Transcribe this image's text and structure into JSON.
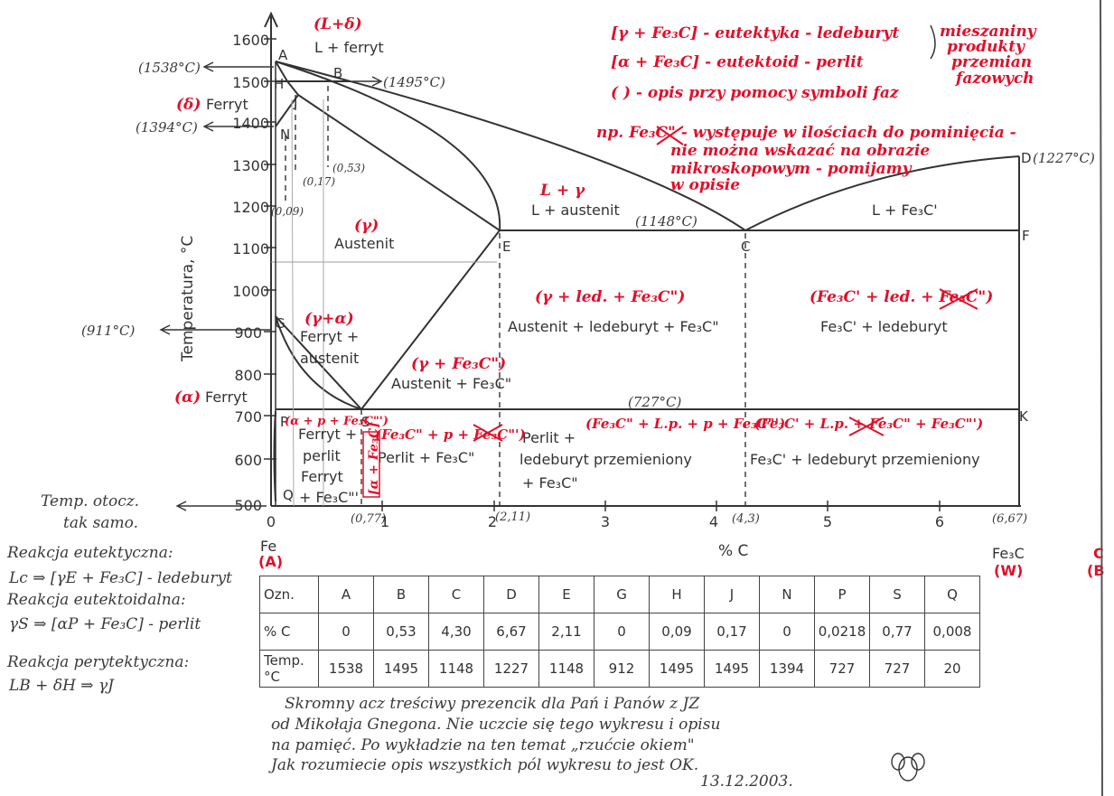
{
  "title_note": {
    "line1_a": "[γ + Fe₃C] - eutektyka - ledeburyt",
    "line1_b": "mieszaniny",
    "line1_c": "produkty",
    "line1_d": "przemian",
    "line1_e": "fazowych",
    "line2": "[α + Fe₃C] - eutektoid - perlit",
    "line3": "(          ) - opis przy pomocy symboli faz",
    "line4a": "np. Fe₃C\" - występuje w ilościach do pominięcia -",
    "line4b": "nie można wskazać na obrazie",
    "line4c": "mikroskopowym - pomijamy",
    "line4d": "w opisie"
  },
  "axes": {
    "y_label": "Temperatura, °C",
    "y_ticks": [
      "1600",
      "1500",
      "1400",
      "1300",
      "1200",
      "1100",
      "1000",
      "900",
      "800",
      "700",
      "600",
      "500"
    ],
    "x_ticks": [
      "0",
      "1",
      "2",
      "3",
      "4",
      "5",
      "6"
    ],
    "x_label": "% C",
    "x_left_label": "Fe",
    "x_left_red": "(A)",
    "x_right_label": "Fe₃C",
    "x_right_red": "(W)",
    "x_special": [
      "(0,77)",
      "(2,11)",
      "(4,3)",
      "(6,67)"
    ],
    "far_right_red_1": "C",
    "far_right_red_2": "(B"
  },
  "temps": {
    "t1538": "(1538°C)",
    "t1495": "(1495°C)",
    "t1394": "(1394°C)",
    "t1227": "(1227°C)",
    "t1148": "(1148°C)",
    "t911": "(911°C)",
    "t727": "(727°C)",
    "temp_ot1": "Temp. otocz.",
    "temp_ot2": "tak samo."
  },
  "points": {
    "A": "A",
    "B": "B",
    "H": "H",
    "J": "J",
    "N": "N",
    "D": "D",
    "E": "E",
    "C": "C",
    "F": "F",
    "G": "G",
    "P": "P",
    "S": "S",
    "K": "K",
    "Q": "Q",
    "c009": "(0,09)",
    "c017": "(0,17)",
    "c053": "(0,53)"
  },
  "regions": {
    "delta_red": "(L+δ)",
    "l_ferryt": "L + ferryt",
    "delta_sym": "(δ)",
    "ferryt_top": "Ferryt",
    "l_gamma_red": "L + γ",
    "l_austenit": "L + austenit",
    "l_fe3c": "L + Fe₃C'",
    "gamma_red": "(γ)",
    "austenit": "Austenit",
    "gamma_alpha_red": "(γ+α)",
    "ferryt_aust1": "Ferryt +",
    "ferryt_aust2": "austenit",
    "alpha_sym": "(α)",
    "ferryt_low": "Ferryt",
    "gamma_fe3c_red": "(γ + Fe₃C\")",
    "austenit_fe3c": "Austenit + Fe₃C\"",
    "gamma_led_red": "(γ + led. + Fe₃C\")",
    "austenit_led": "Austenit + ledeburyt + Fe₃C\"",
    "fe3c_led_red": "(Fe₃C' + led. + Fe₃C\")",
    "fe3c_led": "Fe₃C' + ledeburyt",
    "alpha_p_red": "(α + p + Fe₃C\"')",
    "ferryt_perlit1": "Ferryt +",
    "ferryt_perlit2": "perlit",
    "ferryt_q1": "Ferryt",
    "ferryt_q2": "+ Fe₃C\"'",
    "alpha_fe3c_vertical": "[α + Fe₃C]",
    "fe3c_p_red": "(Fe₃C\" + p + Fe₃C\"')",
    "perlit_fe3c": "Perlit + Fe₃C\"",
    "perlit_led_red": "(Fe₃C\" + L.p. + p + Fe₃C\"')",
    "perlit_led1": "Perlit +",
    "perlit_led2": "ledeburyt przemieniony",
    "perlit_led3": "+ Fe₃C\"",
    "fe3c_lp_red": "(Fe₃C' + L.p. + Fe₃C\" + Fe₃C\"')",
    "fe3c_lp": "Fe₃C' + ledeburyt przemieniony"
  },
  "reactions": {
    "r1_title": "Reakcja eutektyczna:",
    "r1_eq": "Lc ⇒ [γE + Fe₃C] - ledeburyt",
    "r2_title": "Reakcja eutektoidalna:",
    "r2_eq": "γS ⇒ [αP + Fe₃C] - perlit",
    "r3_title": "Reakcja perytektyczna:",
    "r3_eq": "LB + δH ⇒ γJ"
  },
  "table": {
    "header": [
      "Ozn.",
      "A",
      "B",
      "C",
      "D",
      "E",
      "G",
      "H",
      "J",
      "N",
      "P",
      "S",
      "Q"
    ],
    "carbon": [
      "% C",
      "0",
      "0,53",
      "4,30",
      "6,67",
      "2,11",
      "0",
      "0,09",
      "0,17",
      "0",
      "0,0218",
      "0,77",
      "0,008"
    ],
    "temp": [
      "Temp. °C",
      "1538",
      "1495",
      "1148",
      "1227",
      "1148",
      "912",
      "1495",
      "1495",
      "1394",
      "727",
      "727",
      "20"
    ]
  },
  "footer": {
    "line1": "Skromny acz treściwy prezencik dla Pań i Panów z JZ",
    "line2": "od Mikołaja Gnegona. Nie uczcie się tego wykresu i opisu",
    "line3": "na pamięć. Po wykładzie na ten temat „rzućcie okiem\"",
    "line4": "Jak rozumiecie opis wszystkich pól wykresu to jest OK.",
    "date": "13.12.2003."
  },
  "colors": {
    "red": "#e0102a",
    "ink": "#333333"
  }
}
